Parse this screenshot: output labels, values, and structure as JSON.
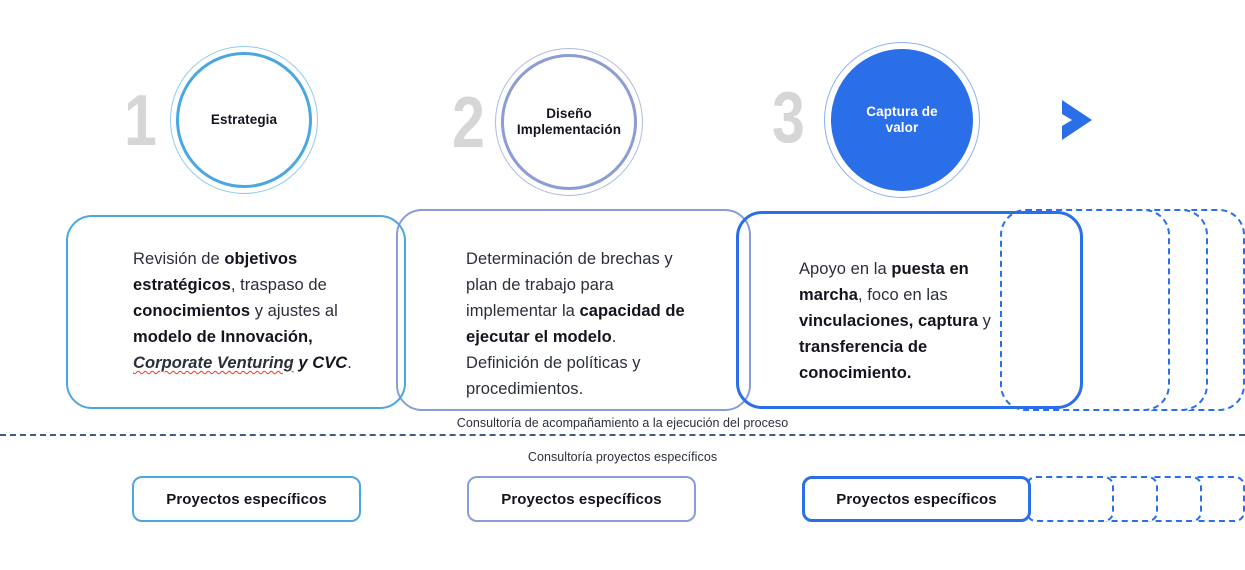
{
  "diagram": {
    "title": "Proceso de consultoria en innovacion",
    "colors": {
      "stage1": "#4BA7E0",
      "stage2": "#8B9DD4",
      "stage3": "#2B6FE8",
      "numeral_gray": "#D6D6D6",
      "divider": "#3F5D86",
      "text": "#2B2F3A",
      "spell_underline": "#E23B2E"
    },
    "stages": [
      {
        "number": "1",
        "circle_label": "Estrategia",
        "circle_label_lines": [
          "Estrategia"
        ],
        "filled": false,
        "color": "#4BA7E0",
        "body_html": "Revisión de <b>objetivos estratégicos</b>, traspaso de <b>conocimientos</b> y ajustes al <b>modelo de Innovación,</b> <span class=\"spell\">Corporate Venturing</span><b><i> y CVC</i></b>.",
        "body_text": "Revisión de objetivos estratégicos, traspaso de conocimientos y ajustes al modelo de Innovación, Corporate Venturing y CVC.",
        "pill_label": "Proyectos específicos"
      },
      {
        "number": "2",
        "circle_label": "Diseño Implementación",
        "circle_label_lines": [
          "Diseño",
          "Implementación"
        ],
        "filled": false,
        "color": "#8B9DD4",
        "body_html": "Determinación de brechas y plan de trabajo para implementar la <b>capacidad de ejecutar el modelo</b>. Definición de políticas y procedimientos.",
        "body_text": "Determinación de brechas y plan de trabajo para implementar la capacidad de ejecutar el modelo. Definición de políticas y procedimientos.",
        "pill_label": "Proyectos específicos"
      },
      {
        "number": "3",
        "circle_label": "Captura de valor",
        "circle_label_lines": [
          "Captura de",
          "valor"
        ],
        "filled": true,
        "color": "#2B6FE8",
        "body_html": "Apoyo en la <b>puesta en marcha</b>, foco en las <b>vinculaciones, captura</b> y <b>transferencia de conocimiento.</b>",
        "body_text": "Apoyo en la puesta en marcha, foco en las vinculaciones, captura y transferencia de conocimiento.",
        "pill_label": "Proyectos específicos"
      }
    ],
    "divider": {
      "label_above": "Consultoría de acompañamiento a la ejecución del proceso",
      "label_below": "Consultoría proyectos específicos"
    },
    "chevron": {
      "name": "chevron-right-icon",
      "color": "#2B6FE8"
    },
    "continuation": {
      "card_count": 3,
      "pill_count": 4,
      "style": "dashed"
    }
  }
}
